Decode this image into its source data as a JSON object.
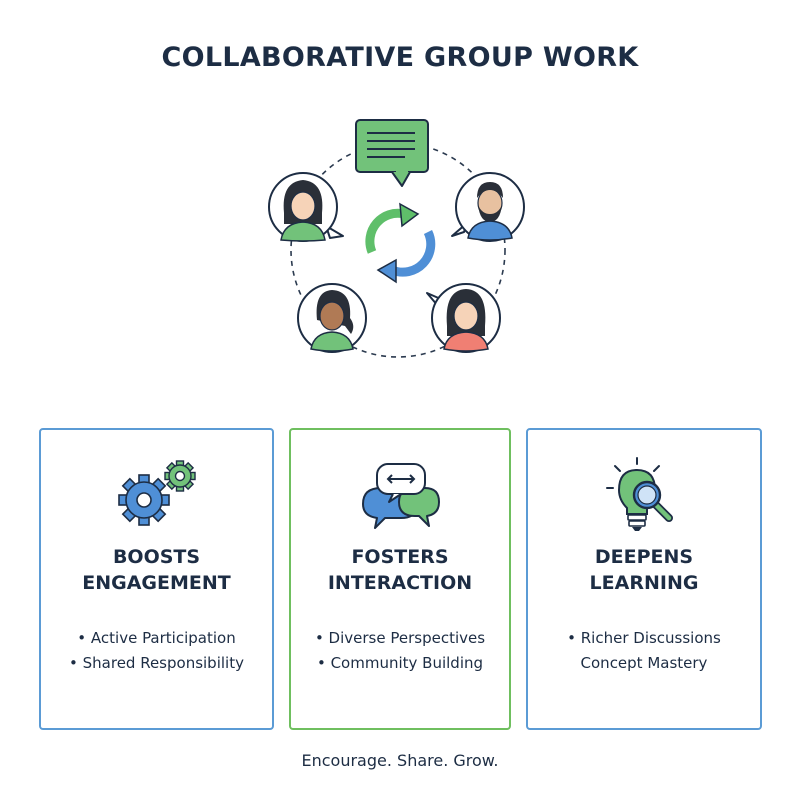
{
  "title": "COLLABORATIVE GROUP WORK",
  "icons": [
    "chat-bubble-icon",
    "cycle-arrows-icon",
    "person-icon",
    "gears-icon",
    "speech-bubbles-icon",
    "lightbulb-magnifier-icon"
  ],
  "colors": {
    "blue": "#5b9bd5",
    "green": "#6fbf5f",
    "navy": "#1d2d44",
    "coral": "#f07f73"
  },
  "cards": [
    {
      "title_line1": "BOOSTS",
      "title_line2": "ENGAGEMENT",
      "items": [
        "• Active Participation",
        "• Shared Responsibility"
      ]
    },
    {
      "title_line1": "FOSTERS",
      "title_line2": "INTERACTION",
      "items": [
        "• Diverse Perspectives",
        "• Community Building"
      ]
    },
    {
      "title_line1": "DEEPENS",
      "title_line2": "LEARNING",
      "items": [
        "• Richer Discussions",
        "Concept Mastery"
      ]
    }
  ],
  "footer": "Encourage. Share. Grow."
}
